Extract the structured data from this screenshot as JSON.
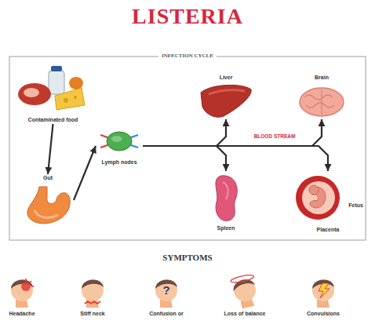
{
  "diagram": {
    "title": "LISTERIA",
    "nodes": [
      {
        "text": [
          "Contaminated food"
        ]
      },
      {
        "text": [
          "Gut"
        ]
      },
      {
        "text": [
          "Lymph nodes"
        ]
      },
      {
        "text": [
          "Liver"
        ]
      },
      {
        "text": [
          "Brain"
        ]
      },
      {
        "text": [
          "Spleen"
        ]
      },
      {
        "text": [
          "Fetus",
          "Placenta"
        ]
      }
    ],
    "edges": [
      {
        "from": 0,
        "to": 1,
        "arrow": "to"
      },
      {
        "from": 1,
        "to": 2,
        "arrow": "to"
      },
      {
        "from": 2,
        "to": 3,
        "arrow": "to"
      },
      {
        "from": 2,
        "to": 4,
        "arrow": "to"
      },
      {
        "from": 2,
        "to": 5,
        "arrow": "to"
      },
      {
        "from": 2,
        "to": 6,
        "arrow": "to"
      }
    ],
    "labels": [
      "INFECTION CYCLE",
      "BLOOD STREAM",
      "SYMPTOMS",
      "Headache",
      "Stiff neck",
      "?",
      "Confusion or",
      "Loss of balance",
      "Convulsions"
    ]
  }
}
